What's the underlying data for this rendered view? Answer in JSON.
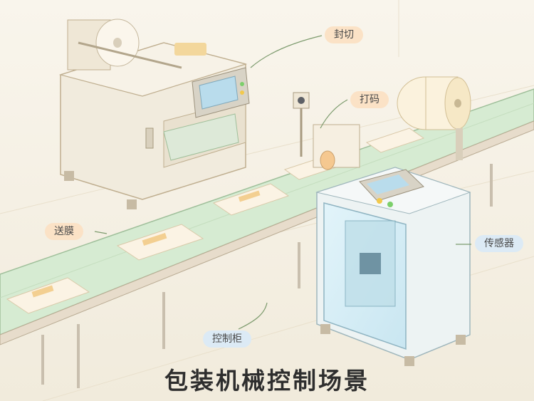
{
  "title": "包装机械控制场景",
  "labels": {
    "seal": "封切",
    "print": "打码",
    "feed": "送膜",
    "sensor": "传感器",
    "cabinet": "控制柜"
  },
  "colors": {
    "background": "#f6f1e6",
    "belt": "#d6ebd2",
    "machine": "#f1ebdd",
    "cabinet_glass": "#d7eef7",
    "callout_orange": "#fbe2c6",
    "callout_blue": "#dceaf5",
    "led_yellow": "#f2c94c",
    "led_green": "#7ccf6b"
  }
}
